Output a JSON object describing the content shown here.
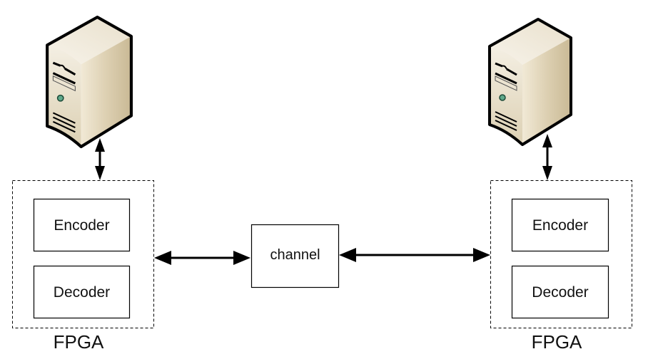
{
  "diagram": {
    "left_node": {
      "server_label": "",
      "fpga_label": "FPGA",
      "encoder_label": "Encoder",
      "decoder_label": "Decoder"
    },
    "right_node": {
      "server_label": "",
      "fpga_label": "FPGA",
      "encoder_label": "Encoder",
      "decoder_label": "Decoder"
    },
    "channel_label": "channel",
    "colors": {
      "server_front": "#e8dfc8",
      "server_side": "#d8caa8",
      "server_top": "#f3eee2",
      "led": "#5fa88a",
      "stroke": "#000000"
    }
  }
}
